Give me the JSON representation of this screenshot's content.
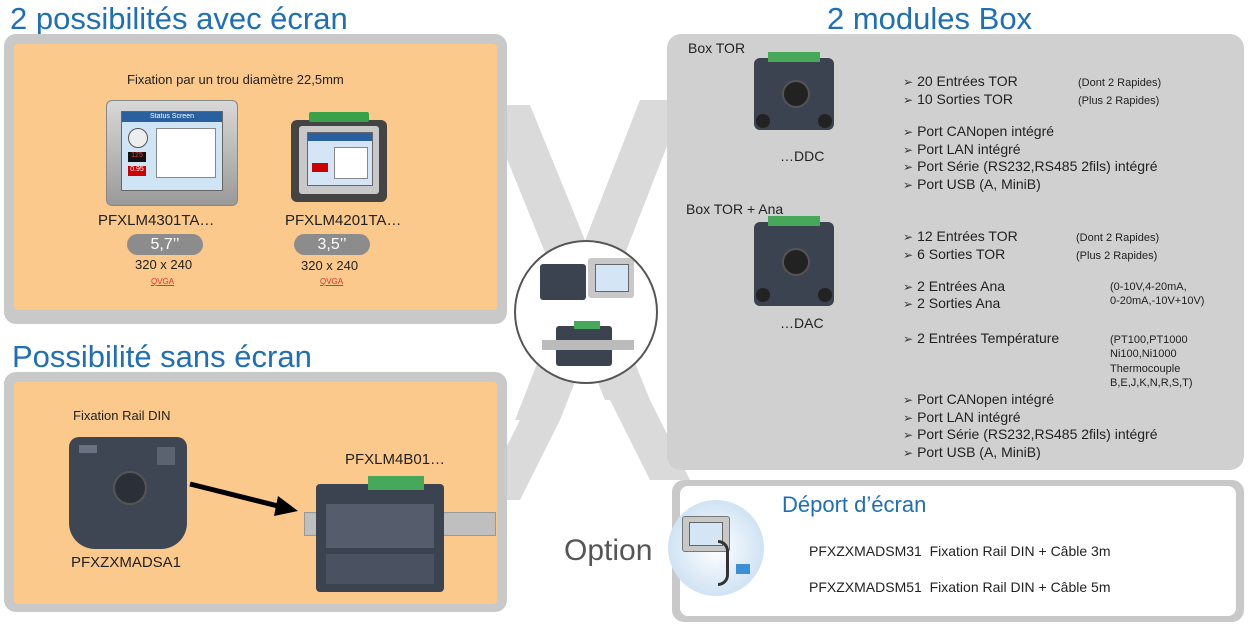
{
  "titles": {
    "with_screen": "2 possibilités avec écran",
    "without_screen": "Possibilité sans écran",
    "box_modules": "2 modules Box"
  },
  "with_screen": {
    "fixation": "Fixation par un trou diamètre 22,5mm",
    "screen_label": "Status Screen",
    "products": [
      {
        "ref": "PFXLM4301TA…",
        "size": "5,7’’",
        "resolution": "320 x 240",
        "type": "QVGA"
      },
      {
        "ref": "PFXLM4201TA…",
        "size": "3,5’’",
        "resolution": "320 x 240",
        "type": "QVGA"
      }
    ]
  },
  "without_screen": {
    "fixation": "Fixation Rail DIN",
    "adapter_ref": "PFXZXMADSA1",
    "module_ref": "PFXLM4B01…"
  },
  "box_tor": {
    "name": "Box TOR",
    "code": "…DDC",
    "io": [
      {
        "text": "20 Entrées TOR",
        "note": "(Dont 2 Rapides)"
      },
      {
        "text": "10 Sorties TOR",
        "note": "(Plus 2 Rapides)"
      }
    ],
    "ports": [
      "Port CANopen intégré",
      "Port LAN intégré",
      "Port Série (RS232,RS485 2fils) intégré",
      "Port USB (A, MiniB)"
    ]
  },
  "box_tor_ana": {
    "name": "Box TOR + Ana",
    "code": "…DAC",
    "io": [
      {
        "text": "12 Entrées TOR",
        "note": "(Dont 2 Rapides)"
      },
      {
        "text": "6 Sorties TOR",
        "note": "(Plus 2 Rapides)"
      }
    ],
    "ana": [
      "2 Entrées Ana",
      "2 Sorties Ana"
    ],
    "ana_note": [
      "(0-10V,4-20mA,",
      "0-20mA,-10V+10V)"
    ],
    "temp": "2 Entrées Température",
    "temp_note": [
      "(PT100,PT1000",
      "Ni100,Ni1000",
      "Thermocouple",
      "B,E,J,K,N,R,S,T)"
    ],
    "ports": [
      "Port CANopen intégré",
      "Port LAN intégré",
      "Port Série (RS232,RS485 2fils) intégré",
      "Port USB (A, MiniB)"
    ]
  },
  "option": {
    "label": "Option",
    "title": "Déport d’écran",
    "lines": [
      {
        "ref": "PFXZXMADSM31",
        "text": "Fixation Rail DIN + Câble 3m"
      },
      {
        "ref": "PFXZXMADSM51",
        "text": "Fixation Rail DIN + Câble 5m"
      }
    ]
  }
}
